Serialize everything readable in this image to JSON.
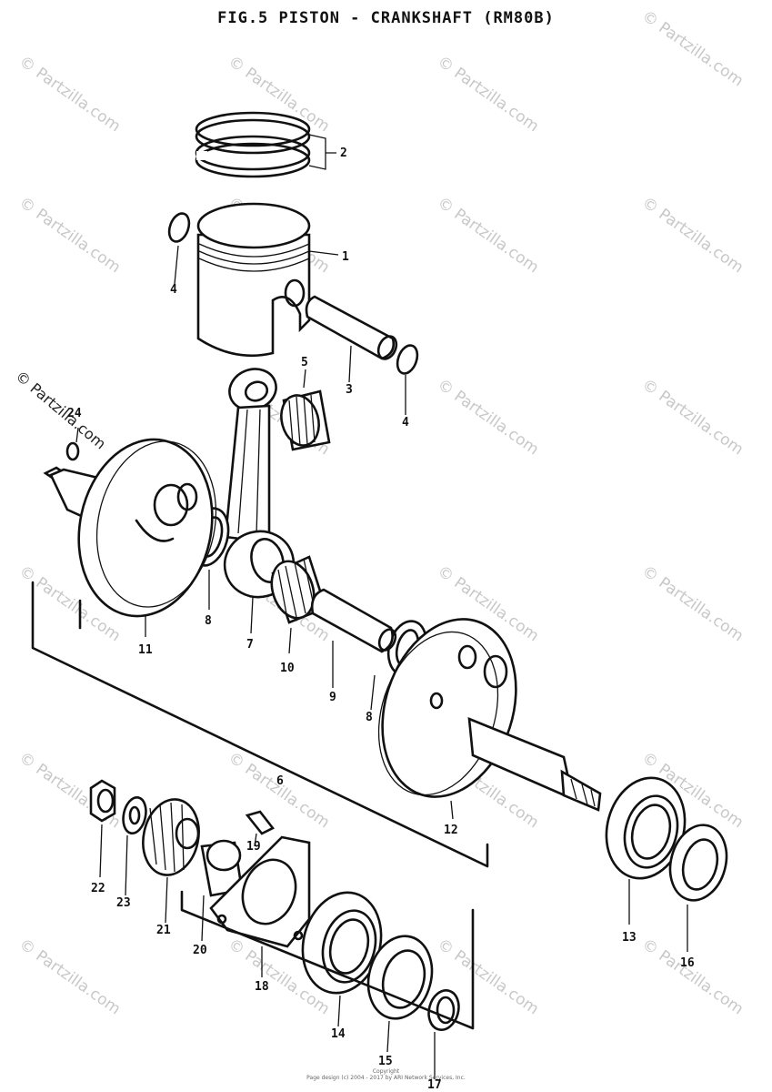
{
  "title": "FIG.5  PISTON - CRANKSHAFT (RM80B)",
  "watermark": "© Partzilla.com",
  "footer": [
    "Copyright",
    "Page design (c) 2004 - 2017 by ARI Network Services, Inc."
  ],
  "callouts": [
    "1",
    "2",
    "3",
    "4",
    "4",
    "5",
    "6",
    "7",
    "8",
    "8",
    "9",
    "10",
    "11",
    "12",
    "13",
    "14",
    "15",
    "16",
    "17",
    "18",
    "19",
    "20",
    "21",
    "22",
    "23",
    "24"
  ],
  "colors": {
    "ink": "#111111",
    "watermark": "#c8c8c8",
    "paper": "#ffffff"
  }
}
